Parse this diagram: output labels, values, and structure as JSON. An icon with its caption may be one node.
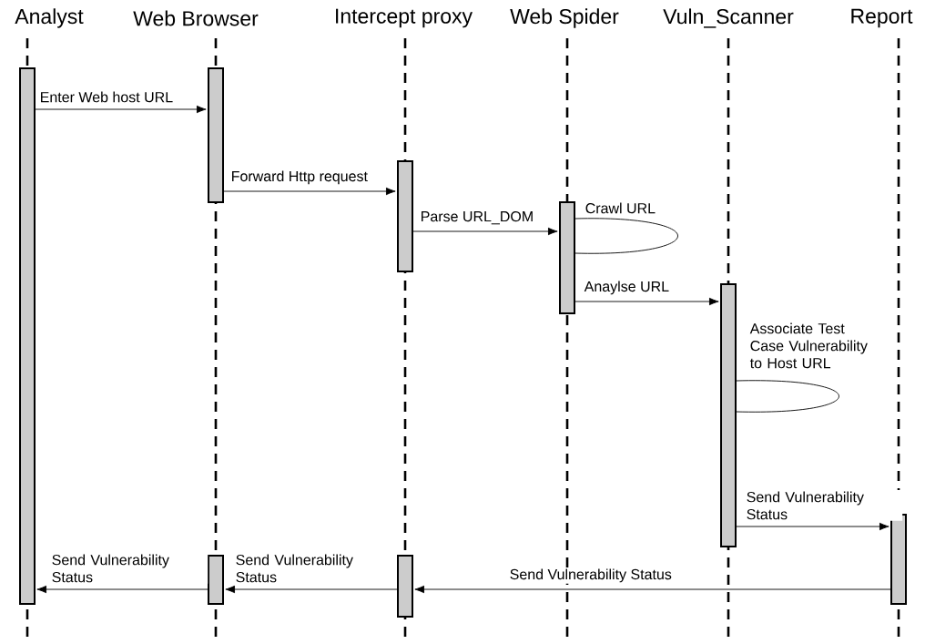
{
  "diagram": {
    "nodes": [
      {
        "text": [
          "Analyst"
        ]
      },
      {
        "text": [
          "Web Browser"
        ]
      },
      {
        "text": [
          "Intercept proxy"
        ]
      },
      {
        "text": [
          "Web Spider"
        ]
      },
      {
        "text": [
          "Vuln_Scanner"
        ]
      },
      {
        "text": [
          "Report"
        ]
      },
      {
        "text": [],
        "shape": "bar"
      },
      {
        "text": [],
        "shape": "bar"
      },
      {
        "text": [],
        "shape": "bar"
      },
      {
        "text": [],
        "shape": "bar"
      },
      {
        "text": [],
        "shape": "bar"
      },
      {
        "text": [],
        "shape": "bar"
      },
      {
        "text": [],
        "shape": "bar"
      },
      {
        "text": [],
        "shape": "bar"
      }
    ],
    "edges": [
      {
        "from": 6,
        "to": 7,
        "arrow": "to",
        "label": "Enter Web host URL"
      },
      {
        "from": 7,
        "to": 8,
        "arrow": "to",
        "label": "Forward Http request"
      },
      {
        "from": 8,
        "to": 9,
        "arrow": "to",
        "label": "Parse URL_DOM"
      },
      {
        "from": 9,
        "to": 9,
        "arrow": "none",
        "label": "Crawl URL"
      },
      {
        "from": 9,
        "to": 10,
        "arrow": "to",
        "label": "Anaylse URL"
      },
      {
        "from": 10,
        "to": 10,
        "arrow": "none",
        "label": "Associate Test Case Vulnerability to Host URL"
      },
      {
        "from": 10,
        "to": 11,
        "arrow": "to",
        "label": "Send Vulnerability Status"
      },
      {
        "from": 11,
        "to": 13,
        "arrow": "to",
        "label": "Send Vulnerability Status"
      },
      {
        "from": 13,
        "to": 12,
        "arrow": "to",
        "label": "Send Vulnerability Status"
      },
      {
        "from": 12,
        "to": 6,
        "arrow": "to",
        "label": "Send Vulnerability Status"
      }
    ]
  }
}
